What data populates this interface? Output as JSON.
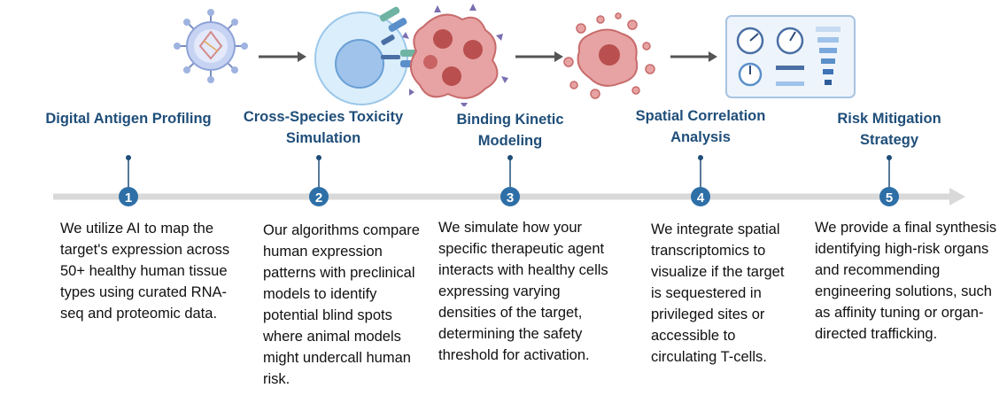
{
  "steps": [
    {
      "num": "1",
      "title": "Digital Antigen Profiling",
      "text": "We utilize AI to map the target's expression across 50+ healthy human tissue types using curated RNA-seq and proteomic data."
    },
    {
      "num": "2",
      "title": "Cross-Species Toxicity Simulation",
      "text": "Our algorithms compare human expression patterns with preclinical models to identify potential blind spots where animal models might undercall human risk."
    },
    {
      "num": "3",
      "title": "Binding Kinetic Modeling",
      "text": "We simulate how your specific therapeutic agent interacts with healthy cells expressing varying densities of the target, determining the safety threshold for activation."
    },
    {
      "num": "4",
      "title": "Spatial Correlation Analysis",
      "text": "We integrate spatial transcriptomics to visualize if the target is sequestered in privileged sites or accessible to circulating T-cells."
    },
    {
      "num": "5",
      "title": "Risk Mitigation Strategy",
      "text": "We provide a final synthesis identifying high-risk organs and recommending engineering solutions, such as affinity tuning or organ-directed trafficking."
    }
  ],
  "colors": {
    "accent": "#1f4e79",
    "badge": "#2e6fa7",
    "line": "#d9d9d9",
    "cell": "#d46a6a"
  }
}
